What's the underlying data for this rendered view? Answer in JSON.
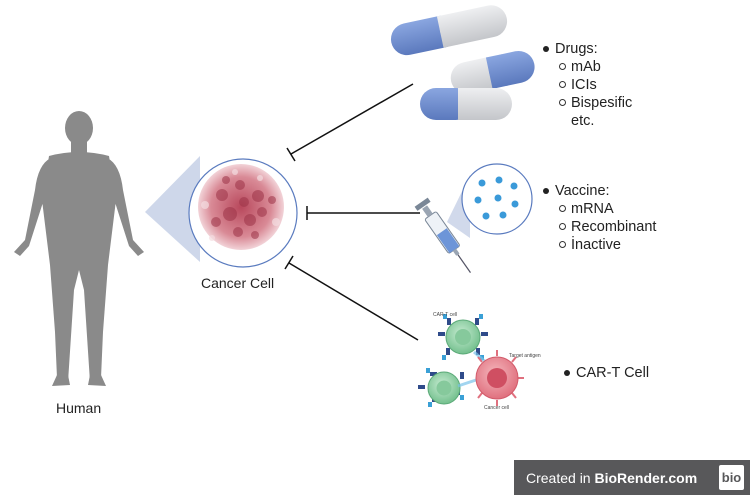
{
  "labels": {
    "human": "Human",
    "cancer_cell": "Cancer Cell"
  },
  "drugs": {
    "title": "Drugs:",
    "items": [
      "mAb",
      "ICIs",
      "Bispesific"
    ],
    "continuation": "etc."
  },
  "vaccine": {
    "title": "Vaccine:",
    "items": [
      "mRNA",
      "Recombinant",
      "İnactive"
    ]
  },
  "cart": {
    "title": "CAR-T Cell",
    "tiny_labels": {
      "car_t": "CAR-T cell",
      "target_antigen": "Target antigen",
      "cancer": "Cancer cell"
    }
  },
  "badge": {
    "prefix": "Created in ",
    "brand": "BioRender.com",
    "logo": "bio"
  },
  "colors": {
    "body": "#8a8a8a",
    "capsule_blue": "#6f8fd0",
    "capsule_grey": "#d9dadc",
    "cancer_cell": "#c9566a",
    "tcell": "#8fcfa5",
    "badge": "#58585a"
  }
}
